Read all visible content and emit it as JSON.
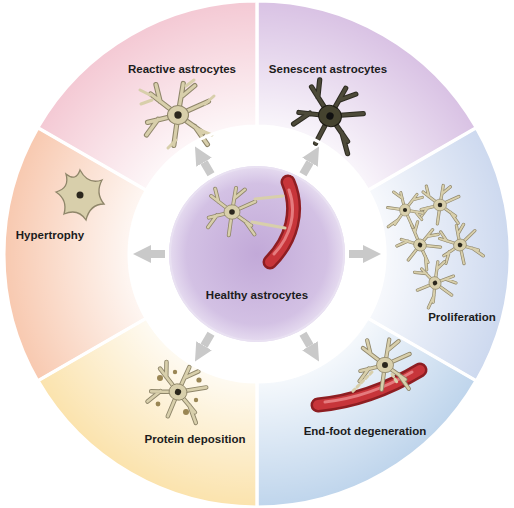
{
  "diagram": {
    "nodes": [
      {
        "text": [
          "Healthy astrocytes"
        ]
      },
      {
        "text": [
          "Reactive astrocytes"
        ]
      },
      {
        "text": [
          "Senescent astrocytes"
        ]
      },
      {
        "text": [
          "Proliferation"
        ]
      },
      {
        "text": [
          "End-foot degeneration"
        ]
      },
      {
        "text": [
          "Protein deposition"
        ]
      },
      {
        "text": [
          "Hypertrophy"
        ]
      }
    ],
    "edges": [
      {
        "from": 0,
        "to": 1,
        "arrow": "to"
      },
      {
        "from": 0,
        "to": 2,
        "arrow": "to"
      },
      {
        "from": 0,
        "to": 3,
        "arrow": "to"
      },
      {
        "from": 0,
        "to": 4,
        "arrow": "to"
      },
      {
        "from": 0,
        "to": 5,
        "arrow": "to"
      },
      {
        "from": 0,
        "to": 6,
        "arrow": "to"
      }
    ]
  }
}
